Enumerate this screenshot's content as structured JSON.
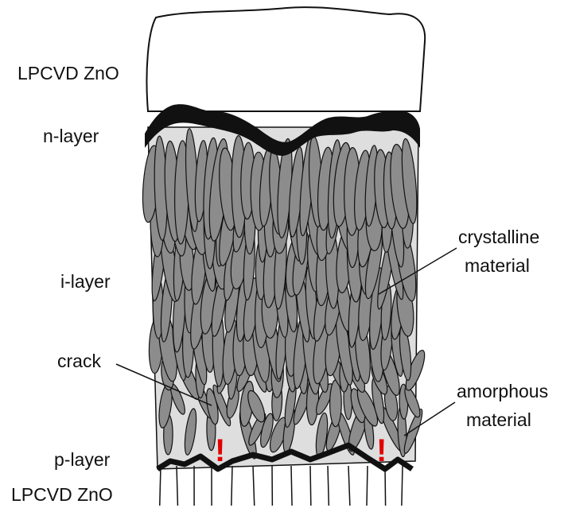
{
  "labels": {
    "top_zno": "LPCVD ZnO",
    "n_layer": "n-layer",
    "i_layer": "i-layer",
    "crack": "crack",
    "crystalline_line1": "crystalline",
    "crystalline_line2": "material",
    "amorphous_line1": "amorphous",
    "amorphous_line2": "material",
    "p_layer": "p-layer",
    "bottom_zno": "LPCVD ZnO"
  },
  "crack_marker": "!",
  "colors": {
    "crystal_fill": "#8c8c8c",
    "amorphous_fill": "#dedede",
    "outline": "#111111",
    "marker": "#e00000",
    "background": "#ffffff"
  }
}
